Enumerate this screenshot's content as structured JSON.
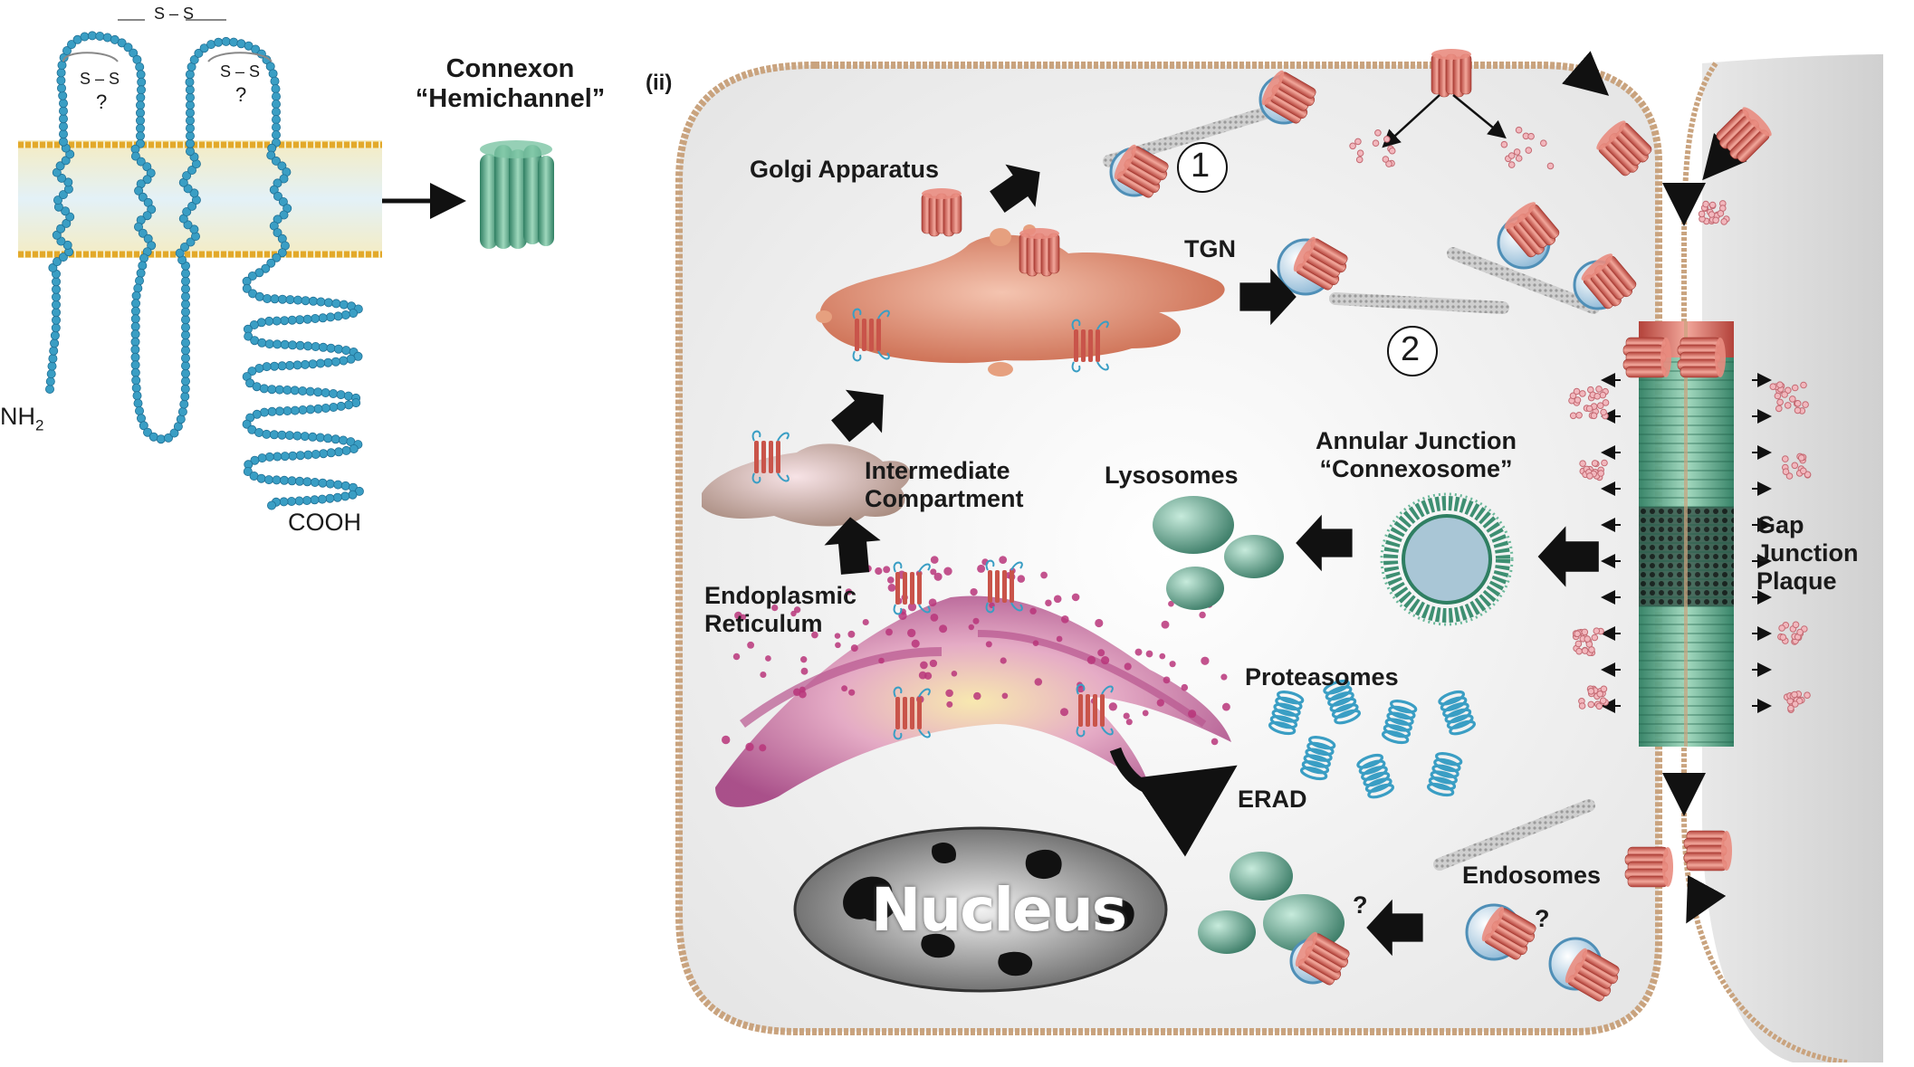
{
  "panel_i": {
    "disulfide_1": "S – S",
    "disulfide_2": "S – S",
    "disulfide_3": "S – S",
    "question_1": "?",
    "question_2": "?",
    "n_terminus": "NH",
    "n_terminus_subscript": "2",
    "c_terminus": "COOH",
    "connexon_title_line1": "Connexon",
    "connexon_title_line2": "“Hemichannel”"
  },
  "panel_ii": {
    "panel_label": "(ii)",
    "golgi": "Golgi Apparatus",
    "tgn": "TGN",
    "route_1": "1",
    "route_2": "2",
    "intermediate_line1": "Intermediate",
    "intermediate_line2": "Compartment",
    "er_line1": "Endoplasmic",
    "er_line2": "Reticulum",
    "lysosomes": "Lysosomes",
    "annular_line1": "Annular Junction",
    "annular_line2": "“Connexosome”",
    "gap_line1": "Gap",
    "gap_line2": "Junction",
    "gap_line3": "Plaque",
    "proteasomes": "Proteasomes",
    "erad": "ERAD",
    "nucleus": "Nucleus",
    "endosomes": "Endosomes",
    "question_endo_1": "?",
    "question_endo_2": "?"
  },
  "colors": {
    "bead_blue": "#3a9ec4",
    "membrane_gold": "#e3a92a",
    "connexin_green": "#5aa98a",
    "connexin_red": "#d9665a",
    "golgi_orange": "#d9846a",
    "er_pink": "#c678a8",
    "cell_membrane": "#c9a37e",
    "cytoplasm": "#f0f0f0"
  }
}
